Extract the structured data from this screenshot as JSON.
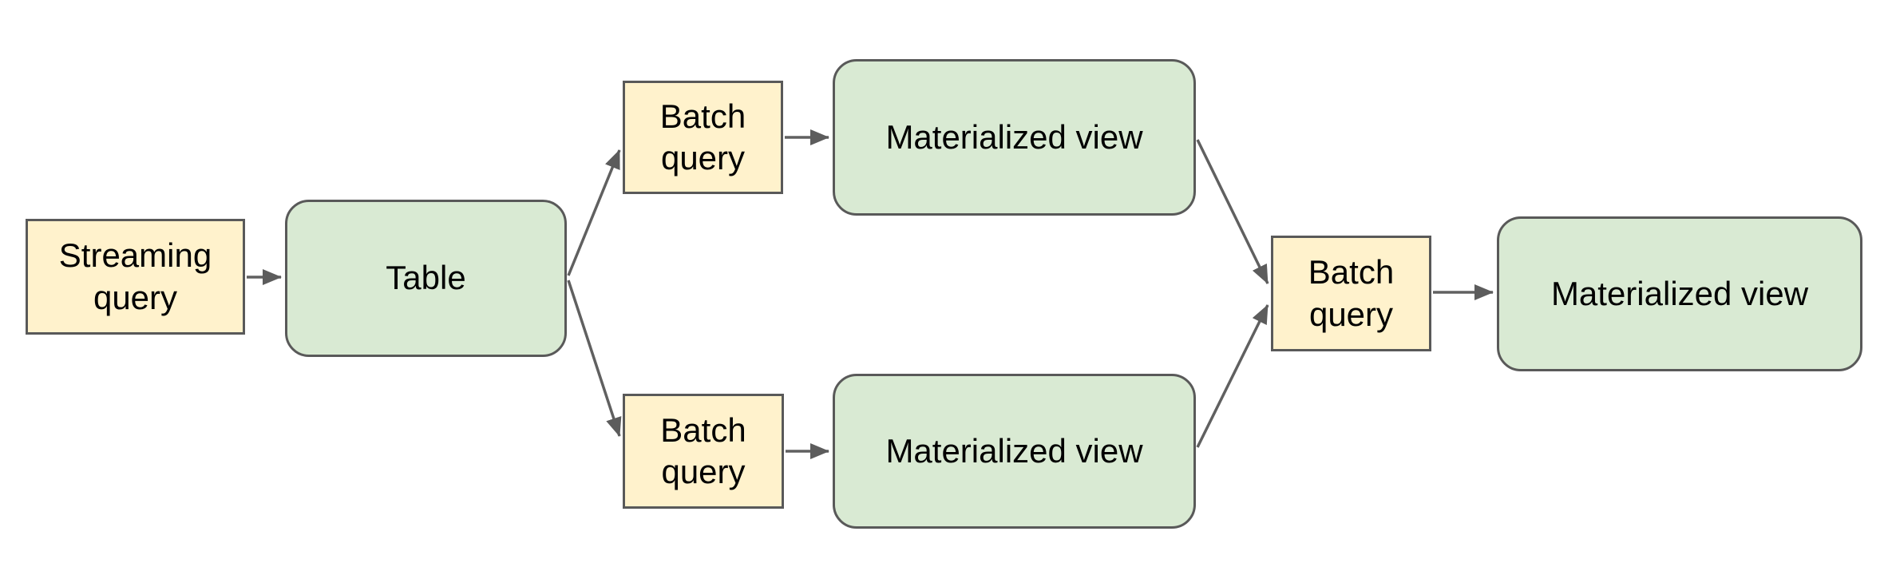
{
  "diagram": {
    "colors": {
      "background": "#ffffff",
      "query_fill": "#fff2cc",
      "view_fill": "#d9ead3",
      "border": "#595959",
      "arrow": "#606060",
      "text": "#000000"
    },
    "nodes": [
      {
        "id": "streaming-query",
        "label": "Streaming query",
        "kind": "query"
      },
      {
        "id": "table",
        "label": "Table",
        "kind": "view"
      },
      {
        "id": "batch-query-top",
        "label": "Batch query",
        "kind": "query"
      },
      {
        "id": "materialized-view-top",
        "label": "Materialized view",
        "kind": "view"
      },
      {
        "id": "batch-query-bottom",
        "label": "Batch query",
        "kind": "query"
      },
      {
        "id": "materialized-view-bottom",
        "label": "Materialized view",
        "kind": "view"
      },
      {
        "id": "batch-query-merge",
        "label": "Batch query",
        "kind": "query"
      },
      {
        "id": "materialized-view-final",
        "label": "Materialized view",
        "kind": "view"
      }
    ],
    "edges": [
      {
        "from": "streaming-query",
        "to": "table"
      },
      {
        "from": "table",
        "to": "batch-query-top"
      },
      {
        "from": "table",
        "to": "batch-query-bottom"
      },
      {
        "from": "batch-query-top",
        "to": "materialized-view-top"
      },
      {
        "from": "batch-query-bottom",
        "to": "materialized-view-bottom"
      },
      {
        "from": "materialized-view-top",
        "to": "batch-query-merge"
      },
      {
        "from": "materialized-view-bottom",
        "to": "batch-query-merge"
      },
      {
        "from": "batch-query-merge",
        "to": "materialized-view-final"
      }
    ]
  }
}
